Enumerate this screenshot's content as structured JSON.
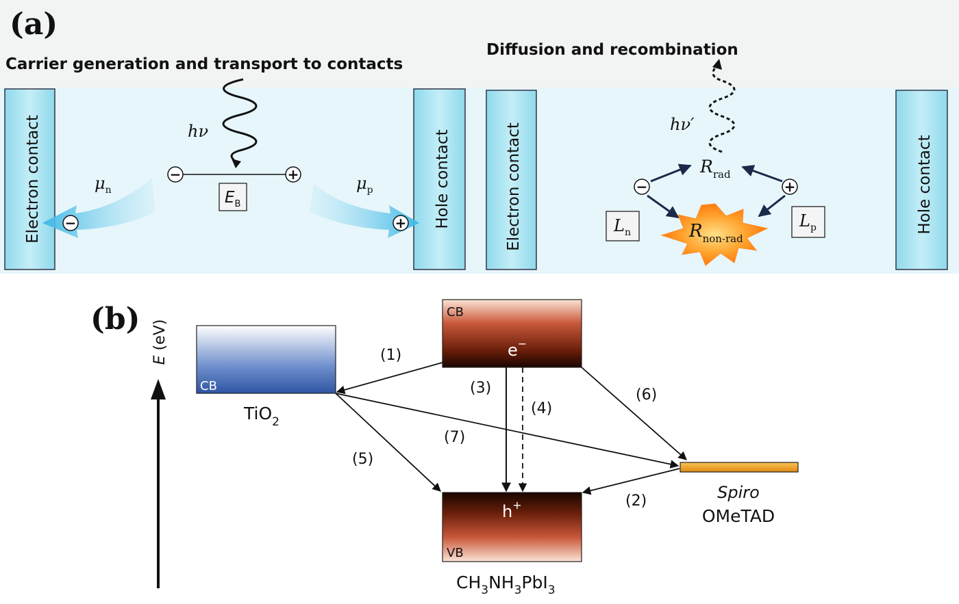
{
  "panel_a": {
    "label": "(a)",
    "left": {
      "title": "Carrier generation and transport to contacts",
      "electron_contact": "Electron contact",
      "hole_contact": "Hole contact",
      "photon": "hν",
      "binding": {
        "main": "E",
        "sub": "B"
      },
      "mu_n": {
        "main": "μ",
        "sub": "n"
      },
      "mu_p": {
        "main": "μ",
        "sub": "p"
      },
      "minus": "−",
      "plus": "+"
    },
    "right": {
      "title": "Diffusion and recombination",
      "electron_contact": "Electron contact",
      "hole_contact": "Hole contact",
      "photon": "hν′",
      "r_rad": {
        "main": "R",
        "sub": "rad"
      },
      "r_nonrad": {
        "main": "R",
        "sub": "non-rad"
      },
      "l_n": {
        "main": "L",
        "sub": "n"
      },
      "l_p": {
        "main": "L",
        "sub": "p"
      },
      "minus": "−",
      "plus": "+"
    }
  },
  "panel_b": {
    "label": "(b)",
    "axis": {
      "main": "E",
      "unit": " (eV)"
    },
    "tio2": {
      "band": "CB",
      "name_main": "TiO",
      "name_sub": "2"
    },
    "perovskite": {
      "cb": "CB",
      "vb": "VB",
      "electron": {
        "main": "e",
        "sup": "−"
      },
      "hole": {
        "main": "h",
        "sup": "+"
      },
      "formula": [
        "CH",
        "3",
        "NH",
        "3",
        "PbI",
        "3"
      ]
    },
    "spiro": {
      "line1": "Spiro",
      "line2": "OMeTAD"
    },
    "process_labels": [
      "(1)",
      "(2)",
      "(3)",
      "(4)",
      "(5)",
      "(6)",
      "(7)"
    ]
  },
  "colors": {
    "panel_bg": "#e8f7fb",
    "contact_fill": "#a6e3f1",
    "tio2_blue": "#3f67b0",
    "perovskite_dark": "#5a1d00",
    "spiro_orange": "#f4a820",
    "burst_orange": "#ff9a1f"
  }
}
